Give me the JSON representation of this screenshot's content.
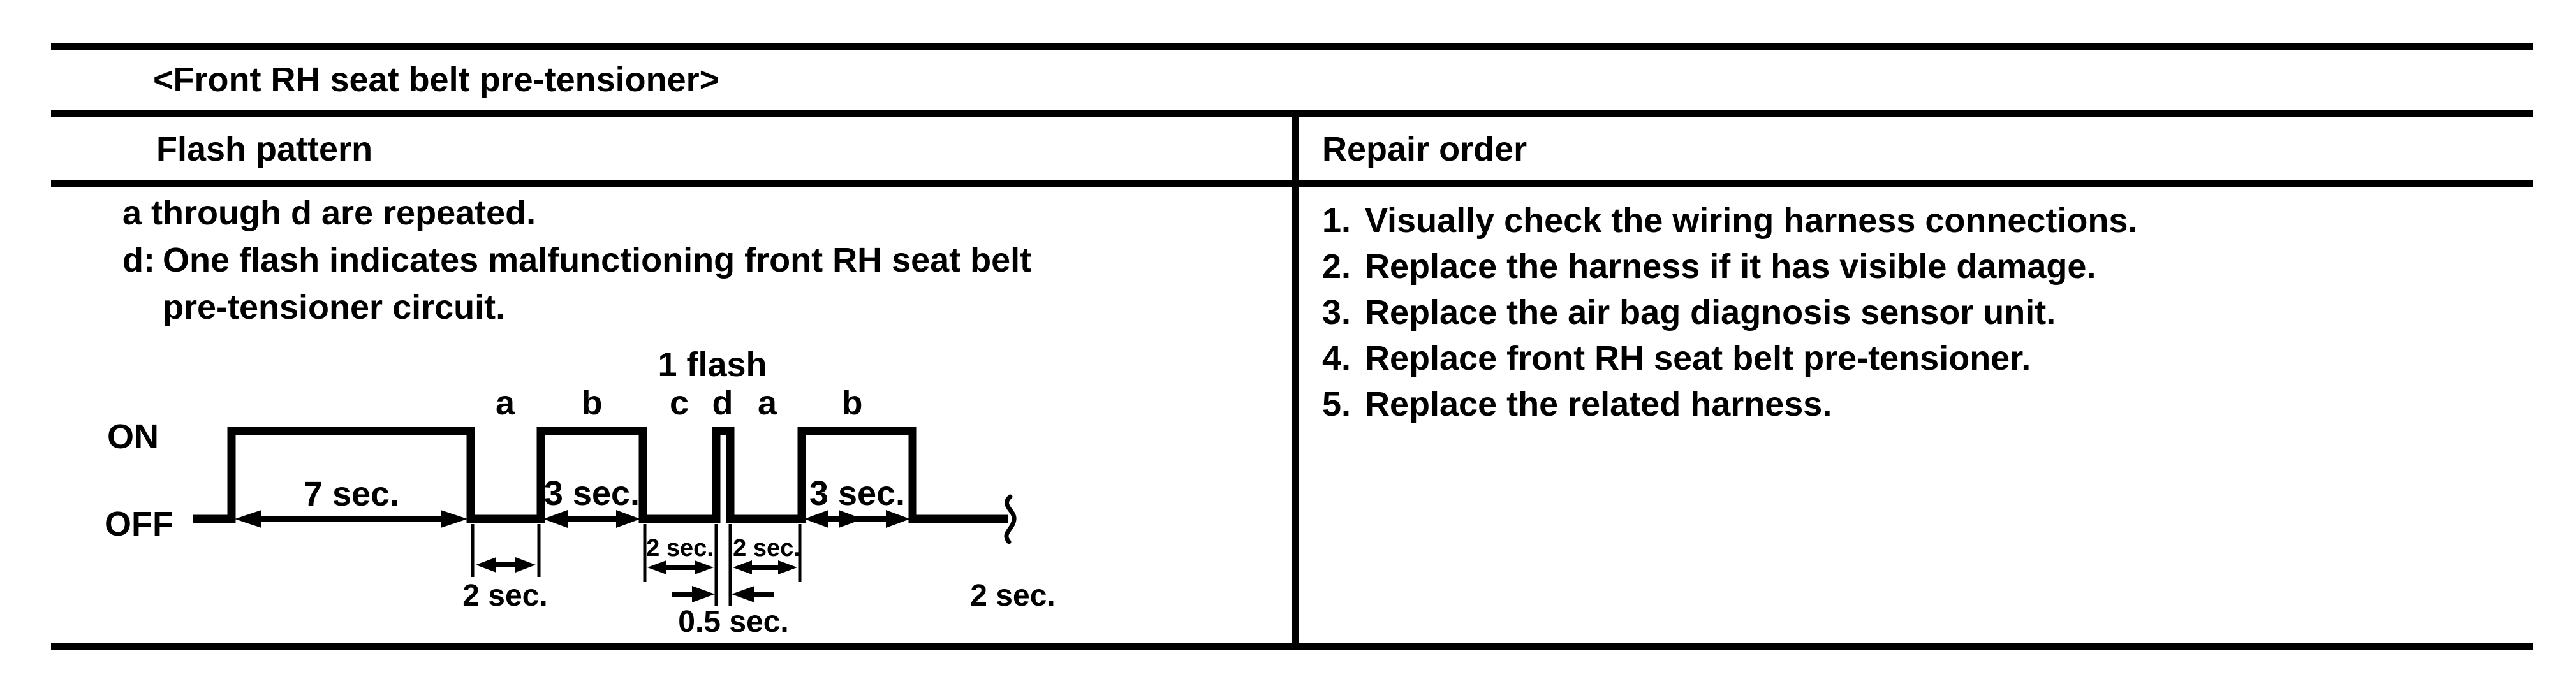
{
  "table": {
    "title": "<Front RH seat belt pre-tensioner>",
    "columns": {
      "left": "Flash pattern",
      "right": "Repair order"
    }
  },
  "flash_pattern": {
    "intro": "a through d are repeated.",
    "note_label": "d:",
    "note_line1": "One flash indicates malfunctioning front RH seat belt",
    "note_line2": "pre-tensioner circuit.",
    "diagram": {
      "on_label": "ON",
      "off_label": "OFF",
      "flash_count_label": "1 flash",
      "sequence": [
        "a",
        "b",
        "c",
        "d",
        "a",
        "b"
      ],
      "durations": {
        "pulse1": "7 sec.",
        "gap1": "2 sec.",
        "pulse2": "3 sec.",
        "gap2": "2 sec.",
        "pulse_d": "0.5 sec.",
        "gap3": "2 sec.",
        "pulse3": "3 sec.",
        "tail": "2 sec."
      }
    }
  },
  "repair_order": {
    "items": [
      {
        "number": "1.",
        "text": "Visually check the wiring harness connections."
      },
      {
        "number": "2.",
        "text": "Replace the harness if it has visible damage."
      },
      {
        "number": "3.",
        "text": "Replace the air bag diagnosis sensor unit."
      },
      {
        "number": "4.",
        "text": "Replace front RH seat belt pre-tensioner."
      },
      {
        "number": "5.",
        "text": "Replace the related harness."
      }
    ]
  },
  "colors": {
    "ink": "#000000",
    "paper": "#ffffff"
  }
}
